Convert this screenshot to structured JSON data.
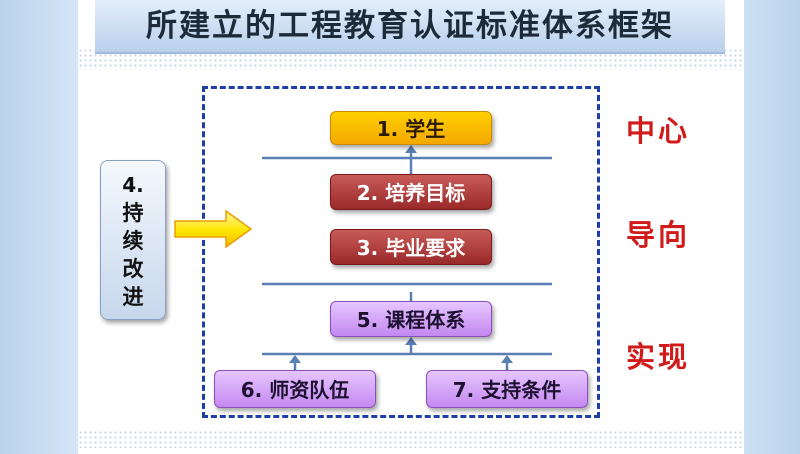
{
  "title": "所建立的工程教育认证标准体系框架",
  "boxes": {
    "student": "1. 学生",
    "goal": "2. 培养目标",
    "requirement": "3. 毕业要求",
    "improve_num": "4.",
    "improve_chars": [
      "持",
      "续",
      "改",
      "进"
    ],
    "course": "5. 课程体系",
    "faculty": "6. 师资队伍",
    "support": "7. 支持条件"
  },
  "side_labels": {
    "center": "中心",
    "guide": "导向",
    "realize": "实现"
  },
  "colors": {
    "student_fill": "#f3b800",
    "goal_fill": "#a83a3a",
    "course_fill": "#d4a4f6",
    "side_label": "#d11a1a",
    "frame": "#1f3fa8",
    "connector": "#5a7fb4",
    "arrow_fill": "#ffe600"
  }
}
